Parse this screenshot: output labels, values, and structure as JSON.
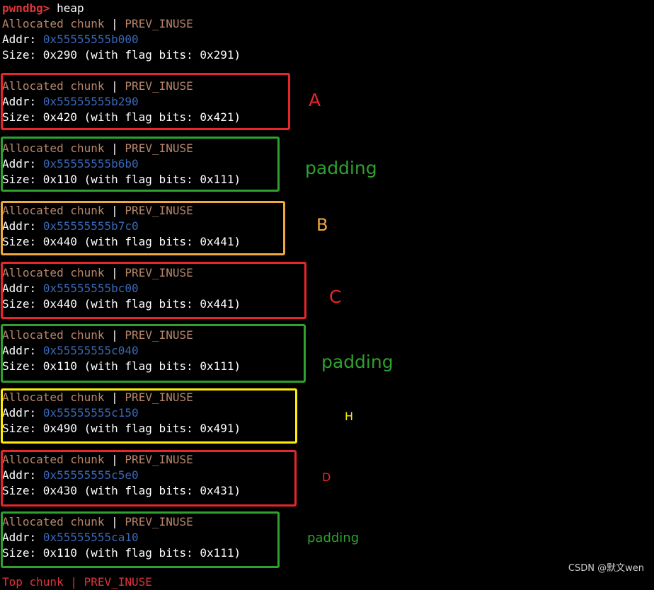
{
  "terminal": {
    "prompt": "pwndbg>",
    "command": "heap",
    "chunk_label": "Allocated chunk",
    "separator": "|",
    "flag": "PREV_INUSE",
    "addr_label": "Addr:",
    "chunks": [
      {
        "addr": "0x55555555b000",
        "size_text": "Size: 0x290 (with flag bits: 0x291)"
      },
      {
        "addr": "0x55555555b290",
        "size_text": "Size: 0x420 (with flag bits: 0x421)"
      },
      {
        "addr": "0x55555555b6b0",
        "size_text": "Size: 0x110 (with flag bits: 0x111)"
      },
      {
        "addr": "0x55555555b7c0",
        "size_text": "Size: 0x440 (with flag bits: 0x441)"
      },
      {
        "addr": "0x55555555bc00",
        "size_text": "Size: 0x440 (with flag bits: 0x441)"
      },
      {
        "addr": "0x55555555c040",
        "size_text": "Size: 0x110 (with flag bits: 0x111)"
      },
      {
        "addr": "0x55555555c150",
        "size_text": "Size: 0x490 (with flag bits: 0x491)"
      },
      {
        "addr": "0x55555555c5e0",
        "size_text": "Size: 0x430 (with flag bits: 0x431)"
      },
      {
        "addr": "0x55555555ca10",
        "size_text": "Size: 0x110 (with flag bits: 0x111)"
      }
    ],
    "tail_text": "Top chunk | PREV_INUSE"
  },
  "annotations": {
    "chunk1": "A",
    "chunk2": "padding",
    "chunk3": "B",
    "chunk4": "C",
    "chunk5": "padding",
    "chunk6": "H",
    "chunk7": "D",
    "chunk8": "padding"
  },
  "colors": {
    "red": "#e8252a",
    "green": "#2ea12e",
    "orange": "#f2a93b",
    "yellow": "#ffee00"
  },
  "watermark": "CSDN @默文wen"
}
